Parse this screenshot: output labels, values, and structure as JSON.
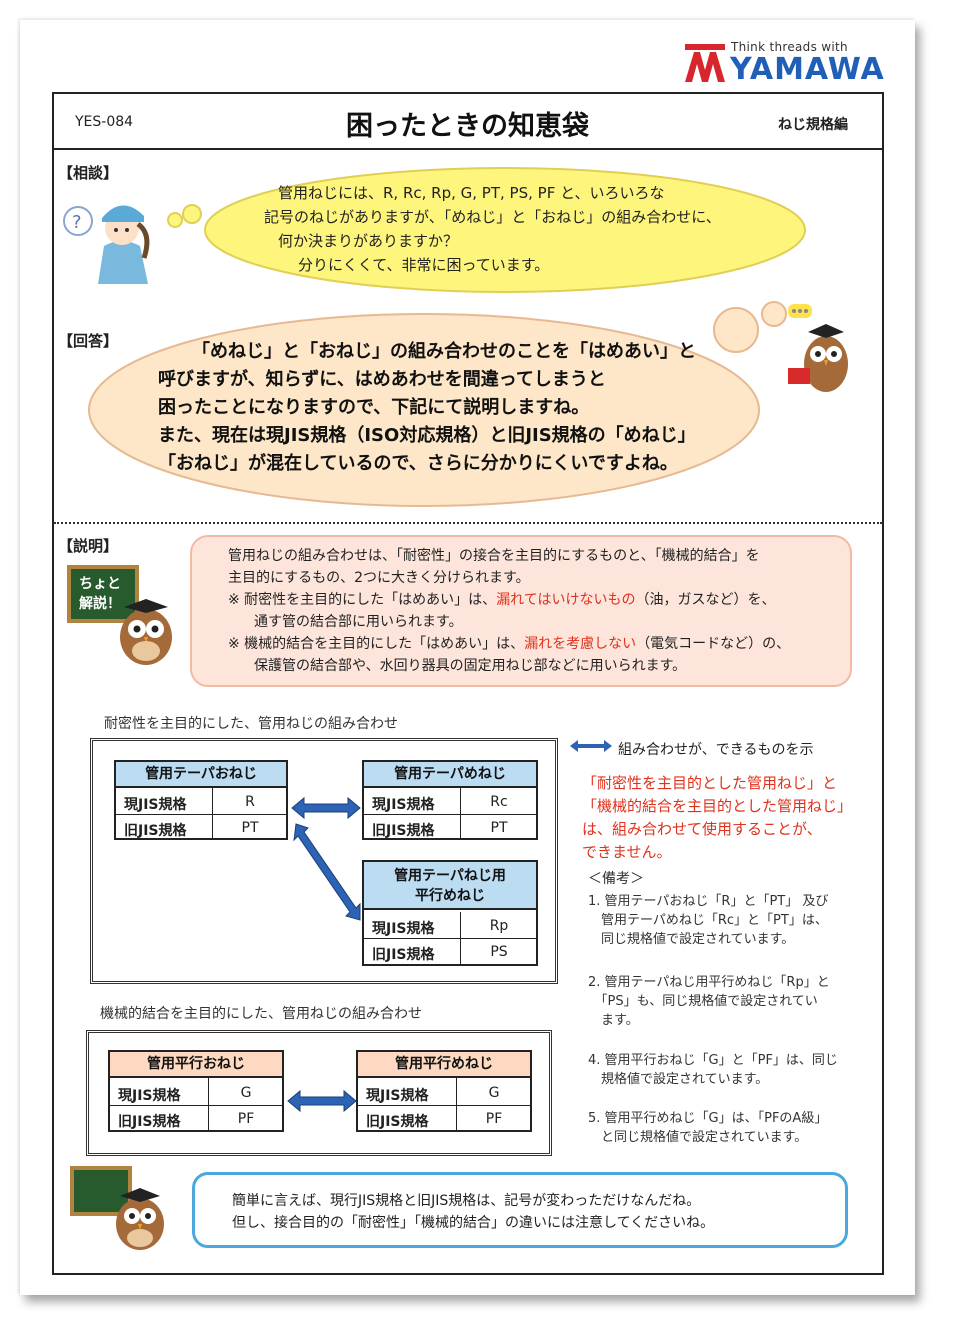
{
  "brand": {
    "tagline": "Think threads with",
    "name": "YAMAWA"
  },
  "header": {
    "doc_no": "YES-084",
    "title": "困ったときの知恵袋",
    "category": "ねじ規格編"
  },
  "consult": {
    "label": "【相談】",
    "lines": [
      "管用ねじには、R, Rc, Rp, G, PT, PS, PF と、いろいろな",
      "記号のねじがありますが、「めねじ」と「おねじ」の組み合わせに、",
      "何か決まりがありますか？",
      "分りにくくて、非常に困っています。"
    ]
  },
  "answer": {
    "label": "【回答】",
    "lines": [
      "「めねじ」と「おねじ」の組み合わせのことを「はめあい」と",
      "呼びますが、知らずに、はめあわせを間違ってしまうと",
      "困ったことになりますので、下記にて説明しますね。",
      "また、現在は現JIS規格（ISO対応規格）と旧JIS規格の「めねじ」",
      "「おねじ」が混在しているので、さらに分かりにくいですよね。"
    ]
  },
  "explain": {
    "label": "【説明】",
    "board_line1": "ちょと",
    "board_line2": "解説！",
    "line1": "管用ねじの組み合わせは、「耐密性」の接合を主目的にするものと、「機械的結合」を",
    "line2": "主目的にするもの、2つに大きく分けられます。",
    "note1_prefix": "※  耐密性を主目的にした「はめあい」は、",
    "note1_red": "漏れてはいけないもの",
    "note1_suffix": "（油，ガスなど）を、",
    "note1_cont": "通す管の結合部に用いられます。",
    "note2_prefix": "※  機械的結合を主目的にした「はめあい」は、",
    "note2_red": "漏れを考慮しない",
    "note2_suffix": "（電気コードなど）の、",
    "note2_cont": "保護管の結合部や、水回り器具の固定用ねじ部などに用いられます。"
  },
  "sealing": {
    "caption": "耐密性を主目的にした、管用ねじの組み合わせ",
    "taper_male": {
      "title": "管用テーパおねじ",
      "rows": [
        [
          "現JIS規格",
          "R"
        ],
        [
          "旧JIS規格",
          "PT"
        ]
      ]
    },
    "taper_female": {
      "title": "管用テーパめねじ",
      "rows": [
        [
          "現JIS規格",
          "Rc"
        ],
        [
          "旧JIS規格",
          "PT"
        ]
      ]
    },
    "parallel_female": {
      "title_line1": "管用テーパねじ用",
      "title_line2": "平行めねじ",
      "rows": [
        [
          "現JIS規格",
          "Rp"
        ],
        [
          "旧JIS規格",
          "PS"
        ]
      ]
    }
  },
  "mechanical": {
    "caption": "機械的結合を主目的にした、管用ねじの組み合わせ",
    "parallel_male": {
      "title": "管用平行おねじ",
      "rows": [
        [
          "現JIS規格",
          "G"
        ],
        [
          "旧JIS規格",
          "PF"
        ]
      ]
    },
    "parallel_female": {
      "title": "管用平行めねじ",
      "rows": [
        [
          "現JIS規格",
          "G"
        ],
        [
          "旧JIS規格",
          "PF"
        ]
      ]
    }
  },
  "legend": {
    "text": "組み合わせが、できるものを示"
  },
  "warning": {
    "lines": [
      "「耐密性を主目的とした管用ねじ」と",
      "「機械的結合を主目的とした管用ねじ」",
      "は、組み合わせて使用することが、",
      "できません。"
    ]
  },
  "remarks": {
    "heading": "＜備考＞",
    "items": [
      [
        "1. 管用テーパおねじ「R」と「PT」 及び",
        "　管用テーパめねじ「Rc」と「PT」は、",
        "　同じ規格値で設定されています。"
      ],
      [
        "2. 管用テーパねじ用平行めねじ「Rp」と",
        "　「PS」も、同じ規格値で設定されてい",
        "　ます。"
      ],
      [
        "4. 管用平行おねじ「G」と「PF」は、同じ",
        "　規格値で設定されています。"
      ],
      [
        "5. 管用平行めねじ「G」は、「PFのA級」",
        "　と同じ規格値で設定されています。"
      ]
    ]
  },
  "summary": {
    "line1": "簡単に言えば、現行JIS規格と旧JIS規格は、記号が変わっただけなんだね。",
    "line2": "但し、接合目的の「耐密性」「機械的結合」の違いには注意してくださいね。"
  },
  "colors": {
    "accent_blue": "#1f5fb8",
    "red_text": "#e0311c",
    "cloud_yellow": "#fef57c",
    "cloud_peach": "#fde7c8",
    "table_header": "#bcdcf2",
    "summary_border": "#4aa8dc"
  }
}
